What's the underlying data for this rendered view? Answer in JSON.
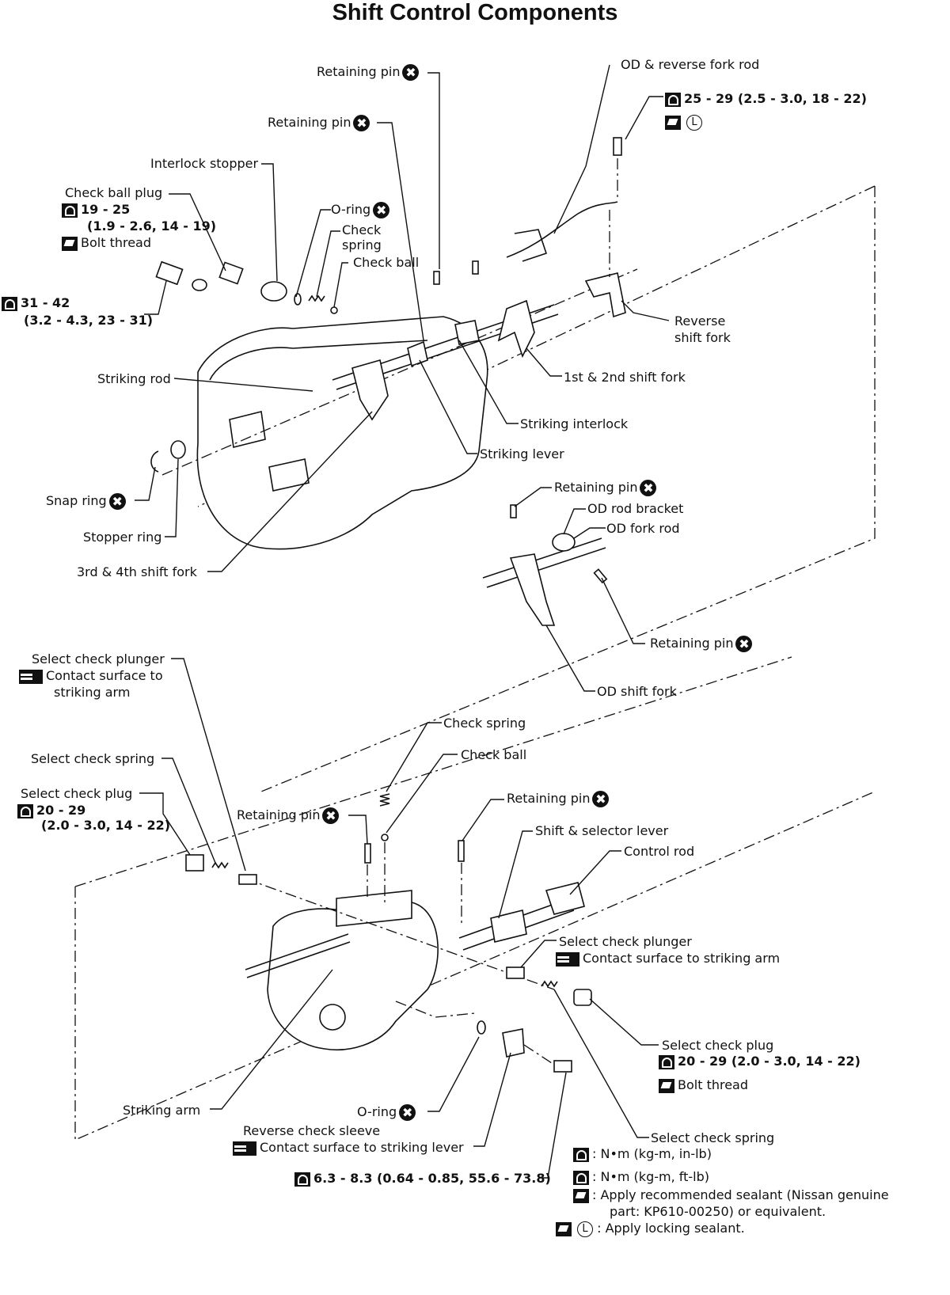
{
  "title": "Shift Control Components",
  "labels": {
    "retaining_pin_1": "Retaining pin",
    "retaining_pin_2": "Retaining pin",
    "od_reverse_fork_rod": "OD & reverse fork rod",
    "od_reverse_torque": "25 - 29 (2.5 - 3.0, 18 - 22)",
    "interlock_stopper": "Interlock stopper",
    "check_ball_plug": "Check ball plug",
    "check_ball_plug_torque_1": "19 - 25",
    "check_ball_plug_torque_2": "(1.9 - 2.6, 14 - 19)",
    "bolt_thread_1": "Bolt thread",
    "o_ring_1": "O-ring",
    "check_spring_top_1": "Check",
    "check_spring_top_2": "spring",
    "check_ball_top": "Check ball",
    "torque_31_42": "31 - 42",
    "torque_31_42_b": "(3.2 - 4.3, 23 - 31)",
    "reverse_shift_fork_1": "Reverse",
    "reverse_shift_fork_2": "shift fork",
    "striking_rod": "Striking rod",
    "first_second_fork": "1st & 2nd shift fork",
    "striking_interlock": "Striking interlock",
    "striking_lever": "Striking lever",
    "snap_ring": "Snap ring",
    "retaining_pin_3": "Retaining pin",
    "od_rod_bracket": "OD rod bracket",
    "od_fork_rod": "OD fork rod",
    "stopper_ring": "Stopper ring",
    "third_fourth_fork": "3rd & 4th shift fork",
    "retaining_pin_4": "Retaining pin",
    "od_shift_fork": "OD shift fork",
    "select_check_plunger_1": "Select check plunger",
    "contact_striking_arm_1": "Contact surface to",
    "contact_striking_arm_1b": "striking arm",
    "check_spring_bottom": "Check spring",
    "check_ball_bottom": "Check ball",
    "select_check_spring_1": "Select check spring",
    "select_check_plug_1": "Select check plug",
    "select_check_plug_1_torque": "20 - 29",
    "select_check_plug_1_torque_b": "(2.0 - 3.0, 14 - 22)",
    "retaining_pin_5": "Retaining pin",
    "retaining_pin_6": "Retaining pin",
    "shift_selector_lever": "Shift & selector lever",
    "control_rod": "Control rod",
    "select_check_plunger_2": "Select check plunger",
    "contact_striking_arm_2": "Contact surface to striking arm",
    "select_check_plug_2": "Select check plug",
    "select_check_plug_2_torque": "20 - 29 (2.0 - 3.0, 14 - 22)",
    "bolt_thread_2": "Bolt thread",
    "striking_arm": "Striking arm",
    "o_ring_2": "O-ring",
    "reverse_check_sleeve": "Reverse check sleeve",
    "contact_striking_lever": "Contact surface to striking lever",
    "select_check_spring_2": "Select check spring",
    "torque_bottom": "6.3 - 8.3 (0.64 - 0.85, 55.6 - 73.8)"
  },
  "legend": {
    "nm_in_lb": ": N•m (kg-m, in-lb)",
    "nm_ft_lb": ": N•m (kg-m, ft-lb)",
    "sealant_1": ": Apply recommended sealant (Nissan genuine",
    "sealant_2": "part: KP610-00250) or equivalent.",
    "locking": ": Apply locking sealant.",
    "locking_symbol": "L"
  },
  "icons": {
    "do_not_reuse": "✖",
    "torque_symbol": "torque-wrench-icon",
    "sealant_symbol": "sealant-icon",
    "contact_symbol": "contact-grease-icon",
    "locking_letter": "L"
  }
}
